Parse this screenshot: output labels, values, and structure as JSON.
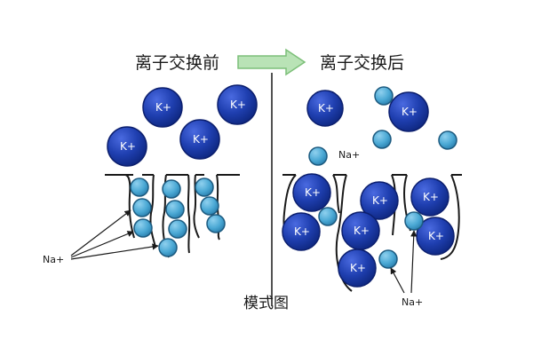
{
  "titles": {
    "before": "离子交换前",
    "after": "离子交换后"
  },
  "caption": "模式图",
  "labels": {
    "k_ion": "K+",
    "na_ion": "Na+"
  },
  "colors": {
    "k_ion_fill": "#1f3fb0",
    "k_ion_stroke": "#0c1f6e",
    "na_ion_fill": "#4aa8d4",
    "na_ion_stroke": "#1d5b80",
    "arrow_fill": "#b9e3b6",
    "arrow_stroke": "#7cbf78",
    "line": "#1a1a1a"
  }
}
